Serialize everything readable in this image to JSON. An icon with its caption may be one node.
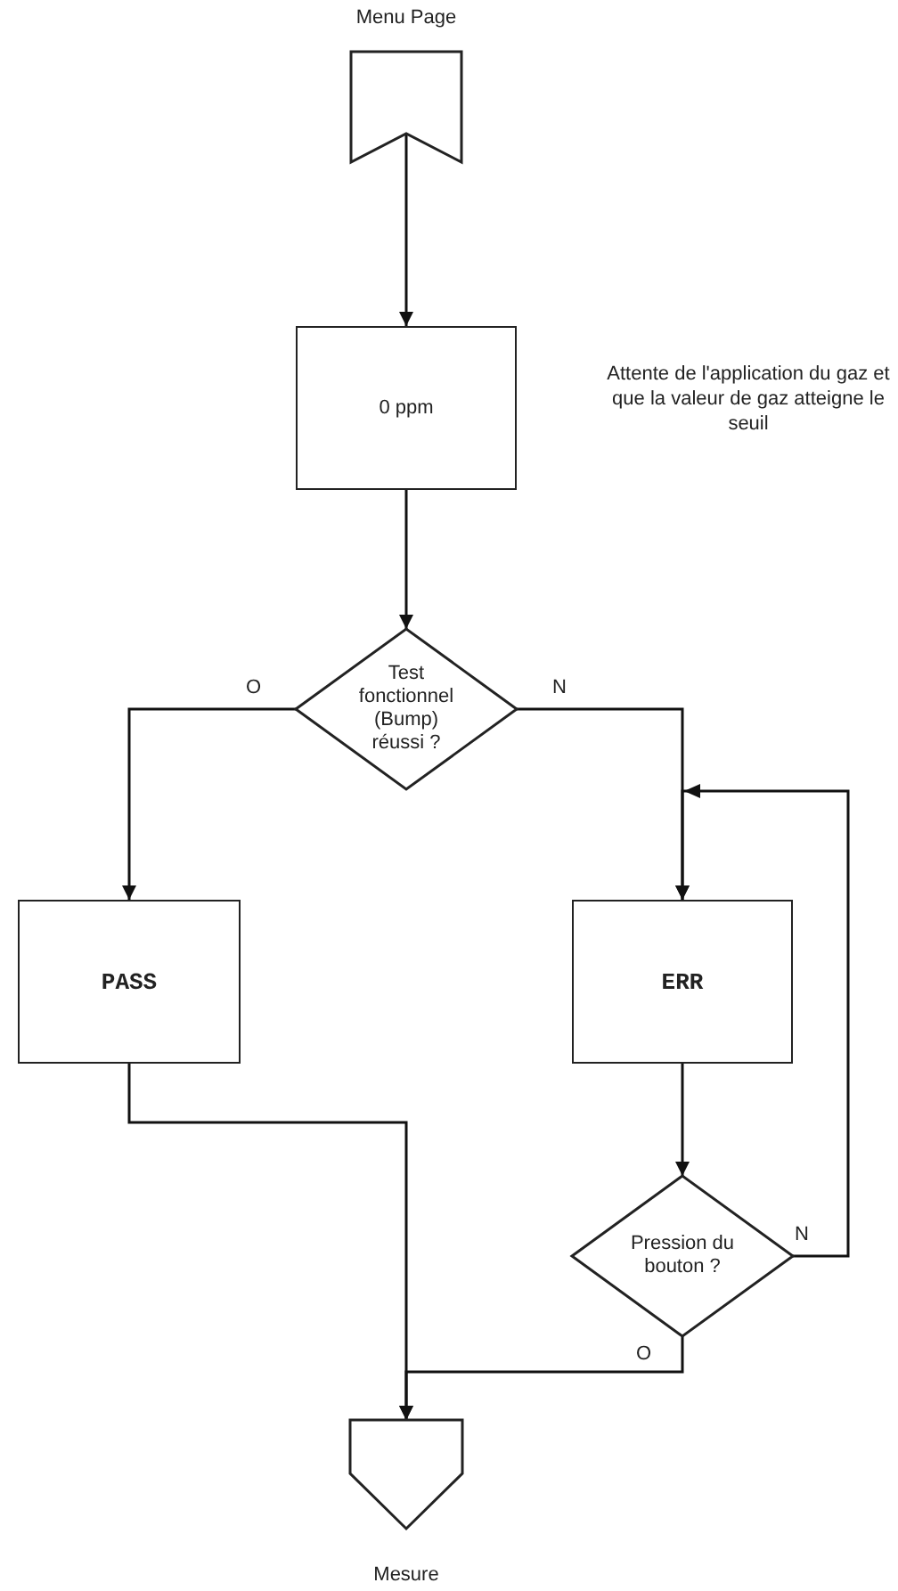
{
  "diagram": {
    "nodes": [
      {
        "text": [
          "Menu Page"
        ]
      },
      {
        "text": [
          "0 ppm"
        ]
      },
      {
        "text": [
          "Test fonctionnel (Bump) réussi ?"
        ]
      },
      {
        "text": [
          "PASS"
        ]
      },
      {
        "text": [
          "ERR"
        ]
      },
      {
        "text": [
          "Pression du bouton ?"
        ]
      },
      {
        "text": [
          "Mesure"
        ]
      }
    ],
    "edges": [
      {
        "from": 0,
        "to": 1,
        "arrow": "to"
      },
      {
        "from": 1,
        "to": 2,
        "arrow": "to"
      },
      {
        "from": 2,
        "to": 3,
        "arrow": "to",
        "label": "O"
      },
      {
        "from": 2,
        "to": 4,
        "arrow": "to",
        "label": "N"
      },
      {
        "from": 3,
        "to": 6,
        "arrow": "to"
      },
      {
        "from": 4,
        "to": 5,
        "arrow": "to"
      },
      {
        "from": 5,
        "to": 6,
        "arrow": "to",
        "label": "O"
      },
      {
        "from": 5,
        "to": 4,
        "arrow": "to",
        "label": "N"
      }
    ],
    "labels": [
      "Attente de l'application du gaz et que la valeur de gaz atteigne le seuil"
    ]
  }
}
